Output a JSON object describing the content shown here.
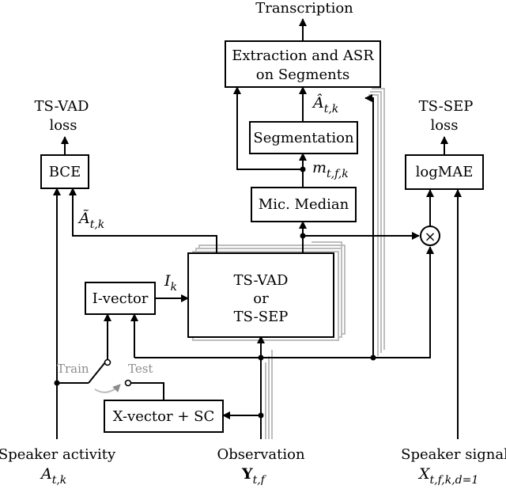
{
  "nodes": {
    "transcription": "Transcription",
    "extraction_line1": "Extraction and ASR",
    "extraction_line2": "on Segments",
    "segmentation": "Segmentation",
    "mic_median": "Mic. Median",
    "tsvad_loss_line1": "TS-VAD",
    "tsvad_loss_line2": "loss",
    "bce": "BCE",
    "tssep_loss_line1": "TS-SEP",
    "tssep_loss_line2": "loss",
    "logmae": "logMAE",
    "model_line1": "TS-VAD",
    "model_line2": "or",
    "model_line3": "TS-SEP",
    "ivector": "I-vector",
    "xvector": "X-vector + SC",
    "multiply": "×",
    "train": "Train",
    "test": "Test"
  },
  "inputs": {
    "speaker_activity": "Speaker activity",
    "speaker_activity_sym": "A",
    "speaker_activity_sub": "t,k",
    "observation": "Observation",
    "observation_sym": "Y",
    "observation_sub": "t,f",
    "speaker_signal": "Speaker signal",
    "speaker_signal_sym": "X",
    "speaker_signal_sub": "t,f,k,d=1"
  },
  "math_labels": {
    "a_hat": "Â",
    "a_hat_sub": "t,k",
    "a_tilde": "Ã",
    "a_tilde_sub": "t,k",
    "m": "m",
    "m_sub": "t,f,k",
    "i": "I",
    "i_sub": "k"
  }
}
